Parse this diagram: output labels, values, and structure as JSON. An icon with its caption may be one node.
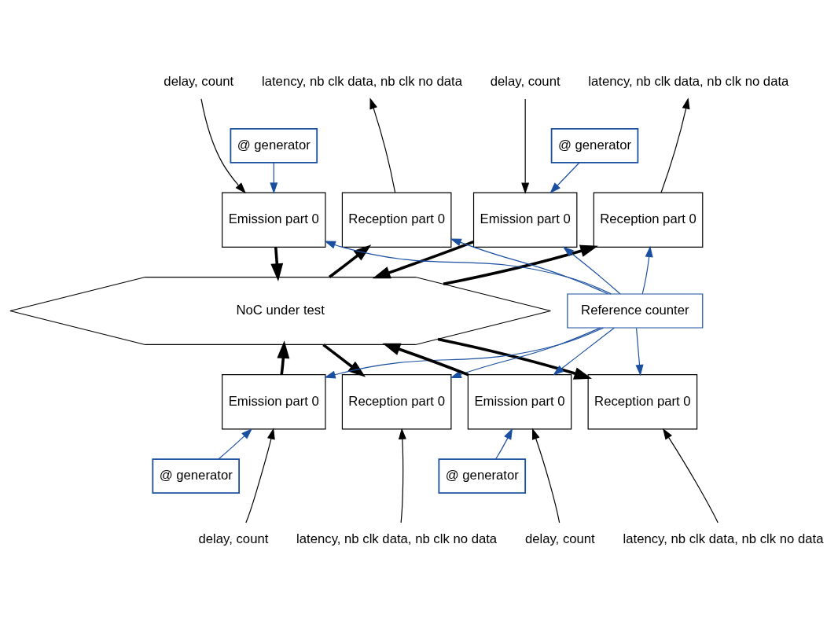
{
  "diagram": {
    "nodes": [
      {
        "text": [
          "delay, count"
        ]
      },
      {
        "text": [
          "latency, nb clk data, nb clk no data"
        ]
      },
      {
        "text": [
          "delay, count"
        ]
      },
      {
        "text": [
          "latency, nb clk data, nb clk no data"
        ]
      },
      {
        "text": [
          "@ generator"
        ]
      },
      {
        "text": [
          "Emission part 0"
        ]
      },
      {
        "text": [
          "Reception part 0"
        ]
      },
      {
        "text": [
          "@ generator"
        ]
      },
      {
        "text": [
          "Emission part 0"
        ]
      },
      {
        "text": [
          "Reception part 0"
        ]
      },
      {
        "text": [
          "NoC under test"
        ]
      },
      {
        "text": [
          "Reference counter"
        ]
      },
      {
        "text": [
          "Emission part 0"
        ]
      },
      {
        "text": [
          "Reception part 0"
        ]
      },
      {
        "text": [
          "Emission part 0"
        ]
      },
      {
        "text": [
          "Reception part 0"
        ]
      },
      {
        "text": [
          "@ generator"
        ]
      },
      {
        "text": [
          "@ generator"
        ]
      },
      {
        "text": [
          "delay, count"
        ]
      },
      {
        "text": [
          "latency, nb clk data, nb clk no data"
        ]
      },
      {
        "text": [
          "delay, count"
        ]
      },
      {
        "text": [
          "latency, nb clk data, nb clk no data"
        ]
      }
    ],
    "edges": [
      {
        "from": 0,
        "to": 5,
        "arrow": "to"
      },
      {
        "from": 6,
        "to": 1,
        "arrow": "to"
      },
      {
        "from": 2,
        "to": 8,
        "arrow": "to"
      },
      {
        "from": 9,
        "to": 3,
        "arrow": "to"
      },
      {
        "from": 4,
        "to": 5,
        "arrow": "to",
        "color": "#1a4fa0"
      },
      {
        "from": 7,
        "to": 8,
        "arrow": "to",
        "color": "#1a4fa0"
      },
      {
        "from": 11,
        "to": 5,
        "arrow": "to",
        "color": "#1a4fa0"
      },
      {
        "from": 11,
        "to": 6,
        "arrow": "to",
        "color": "#1a4fa0"
      },
      {
        "from": 11,
        "to": 8,
        "arrow": "to",
        "color": "#1a4fa0"
      },
      {
        "from": 11,
        "to": 9,
        "arrow": "to",
        "color": "#1a4fa0"
      },
      {
        "from": 5,
        "to": 10,
        "arrow": "to",
        "style": "thick"
      },
      {
        "from": 10,
        "to": 6,
        "arrow": "to",
        "style": "thick"
      },
      {
        "from": 8,
        "to": 10,
        "arrow": "to",
        "style": "thick"
      },
      {
        "from": 10,
        "to": 9,
        "arrow": "to",
        "style": "thick"
      },
      {
        "from": 12,
        "to": 10,
        "arrow": "to",
        "style": "thick"
      },
      {
        "from": 10,
        "to": 13,
        "arrow": "to",
        "style": "thick"
      },
      {
        "from": 14,
        "to": 10,
        "arrow": "to",
        "style": "thick"
      },
      {
        "from": 10,
        "to": 15,
        "arrow": "to",
        "style": "thick"
      },
      {
        "from": 16,
        "to": 12,
        "arrow": "to",
        "color": "#1a4fa0"
      },
      {
        "from": 17,
        "to": 14,
        "arrow": "to",
        "color": "#1a4fa0"
      },
      {
        "from": 11,
        "to": 12,
        "arrow": "to",
        "color": "#1a4fa0"
      },
      {
        "from": 11,
        "to": 13,
        "arrow": "to",
        "color": "#1a4fa0"
      },
      {
        "from": 11,
        "to": 14,
        "arrow": "to",
        "color": "#1a4fa0"
      },
      {
        "from": 11,
        "to": 15,
        "arrow": "to",
        "color": "#1a4fa0"
      },
      {
        "from": 18,
        "to": 12,
        "arrow": "to"
      },
      {
        "from": 19,
        "to": 13,
        "arrow": "to"
      },
      {
        "from": 20,
        "to": 14,
        "arrow": "to"
      },
      {
        "from": 21,
        "to": 15,
        "arrow": "to"
      }
    ]
  }
}
